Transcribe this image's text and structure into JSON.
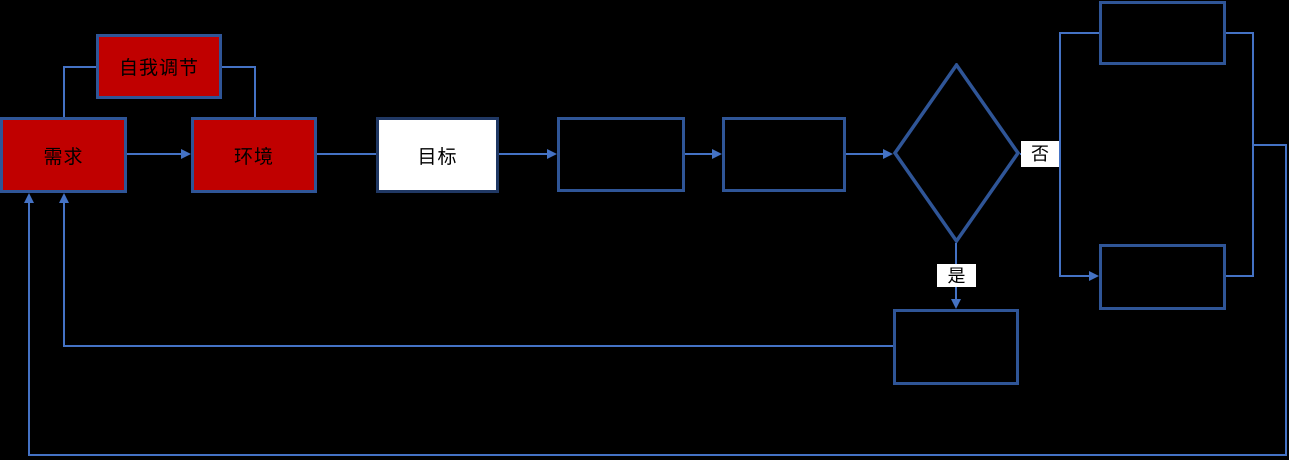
{
  "diagram": {
    "type": "flowchart",
    "background": "#000000",
    "colors": {
      "node_fill_red": "#C00000",
      "node_fill_white": "#FFFFFF",
      "node_fill_empty": "#000000",
      "node_border": "#2F5597",
      "goal_border": "#203864",
      "connector": "#4472C4",
      "text": "#000000",
      "edge_label_bg": "#FFFFFF"
    },
    "nodes": {
      "self_regulation": {
        "label": "自我调节",
        "fill": "red"
      },
      "need": {
        "label": "需求",
        "fill": "red"
      },
      "environment": {
        "label": "环境",
        "fill": "red"
      },
      "goal": {
        "label": "目标",
        "fill": "white"
      },
      "process_1": {
        "label": "",
        "fill": "empty"
      },
      "process_2": {
        "label": "",
        "fill": "empty"
      },
      "decision": {
        "label": "",
        "fill": "empty",
        "shape": "diamond"
      },
      "outcome_top": {
        "label": "",
        "fill": "empty"
      },
      "outcome_right": {
        "label": "",
        "fill": "empty"
      },
      "action_bottom": {
        "label": "",
        "fill": "empty"
      }
    },
    "edge_labels": {
      "no": "否",
      "yes": "是"
    }
  }
}
